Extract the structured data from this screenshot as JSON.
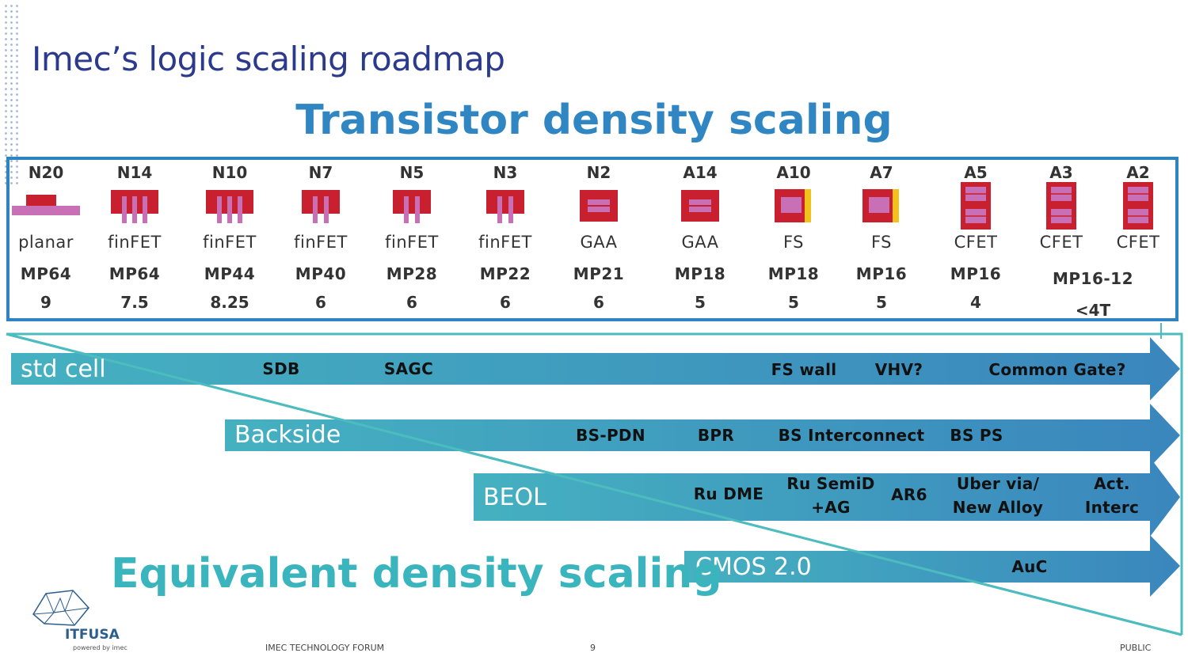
{
  "header": {
    "title": "Imec’s logic scaling roadmap",
    "subtitle": "Transistor density scaling"
  },
  "nodes": [
    {
      "label": "N20",
      "device": "planar",
      "pitch": "MP64",
      "tracks": "9",
      "icon": "planar"
    },
    {
      "label": "N14",
      "device": "finFET",
      "pitch": "MP64",
      "tracks": "7.5",
      "icon": "fin3"
    },
    {
      "label": "N10",
      "device": "finFET",
      "pitch": "MP44",
      "tracks": "8.25",
      "icon": "fin3"
    },
    {
      "label": "N7",
      "device": "finFET",
      "pitch": "MP40",
      "tracks": "6",
      "icon": "fin2"
    },
    {
      "label": "N5",
      "device": "finFET",
      "pitch": "MP28",
      "tracks": "6",
      "icon": "fin2"
    },
    {
      "label": "N3",
      "device": "finFET",
      "pitch": "MP22",
      "tracks": "6",
      "icon": "fin2"
    },
    {
      "label": "N2",
      "device": "GAA",
      "pitch": "MP21",
      "tracks": "6",
      "icon": "gaa"
    },
    {
      "label": "A14",
      "device": "GAA",
      "pitch": "MP18",
      "tracks": "5",
      "icon": "gaa"
    },
    {
      "label": "A10",
      "device": "FS",
      "pitch": "MP18",
      "tracks": "5",
      "icon": "fs"
    },
    {
      "label": "A7",
      "device": "FS",
      "pitch": "MP16",
      "tracks": "5",
      "icon": "fs"
    },
    {
      "label": "A5",
      "device": "CFET",
      "pitch": "MP16",
      "tracks": "4",
      "icon": "cfet"
    },
    {
      "label": "A3",
      "device": "CFET",
      "pitch": "",
      "tracks": "",
      "icon": "cfet"
    },
    {
      "label": "A2",
      "device": "CFET",
      "pitch": "",
      "tracks": "",
      "icon": "cfet"
    }
  ],
  "shared": {
    "pitch": "MP16-12",
    "tracks": "<4T"
  },
  "bands": [
    {
      "name": "std cell",
      "tags": [
        "SDB",
        "SAGC",
        "FS wall",
        "VHV?",
        "Common Gate?"
      ]
    },
    {
      "name": "Backside",
      "tags": [
        "BS-PDN",
        "BPR",
        "BS Interconnect",
        "BS PS"
      ]
    },
    {
      "name": "BEOL",
      "tags": [
        "Ru DME",
        "Ru SemiD\n+AG",
        "AR6",
        "Uber via/\nNew Alloy",
        "Act.\nInterc"
      ]
    },
    {
      "name": "CMOS 2.0",
      "tags": [
        "AuC"
      ]
    }
  ],
  "equivalent_title": "Equivalent density scaling",
  "footer": {
    "logo_text": "ITFUSA",
    "logo_sub": "powered by imec",
    "forum": "IMEC TECHNOLOGY FORUM",
    "page": "9",
    "classification": "PUBLIC"
  },
  "colors": {
    "title": "#2b3a8c",
    "subtitle": "#2f86c2",
    "band": "#3e8fbf",
    "equivalent": "#3bb5bd",
    "device_red": "#c8202f",
    "device_pink": "#c86fb5",
    "device_yellow": "#f3c21a"
  }
}
